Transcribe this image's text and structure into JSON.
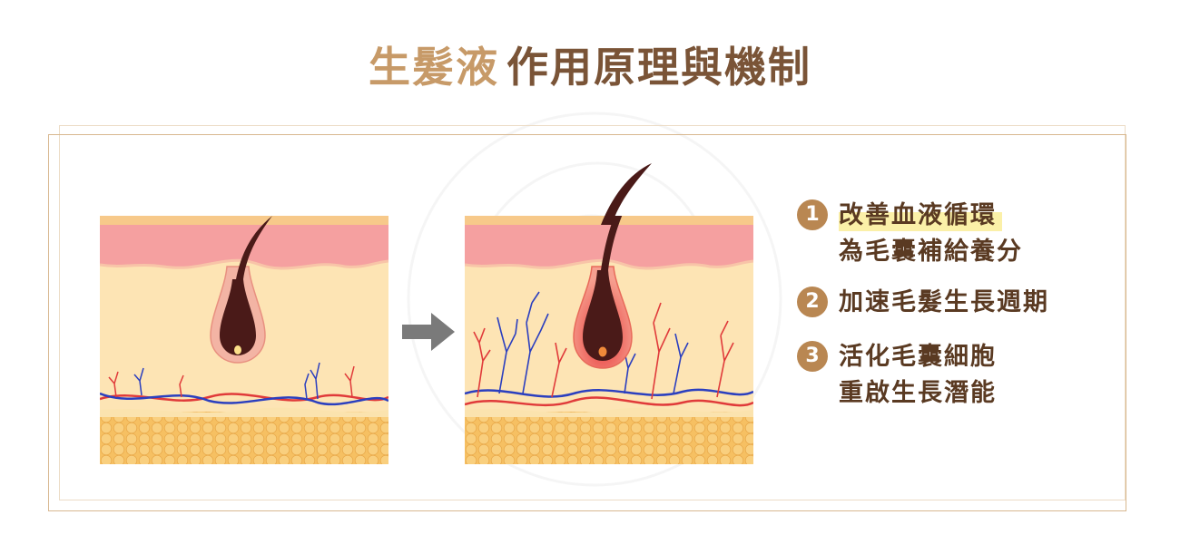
{
  "title": {
    "highlight": "生髮液",
    "rest": "作用原理與機制"
  },
  "diagram": {
    "before_panel": "hair-follicle-before",
    "after_panel": "hair-follicle-after",
    "arrow": "right-arrow-icon"
  },
  "steps": [
    {
      "number": "1",
      "lines": [
        "改善血液循環",
        "為毛囊補給養分"
      ]
    },
    {
      "number": "2",
      "lines": [
        "加速毛髮生長週期"
      ]
    },
    {
      "number": "3",
      "lines": [
        "活化毛囊細胞",
        "重啟生長潛能"
      ]
    }
  ],
  "colors": {
    "title_light": "#c79a68",
    "title_dark": "#7a5437",
    "badge": "#b98752",
    "skin_top": "#f5a0a0",
    "dermis": "#fde4b4",
    "fat": "#f6c062",
    "hair": "#4a1a18",
    "vein": "#2b3fbf",
    "artery": "#e03a3a"
  }
}
